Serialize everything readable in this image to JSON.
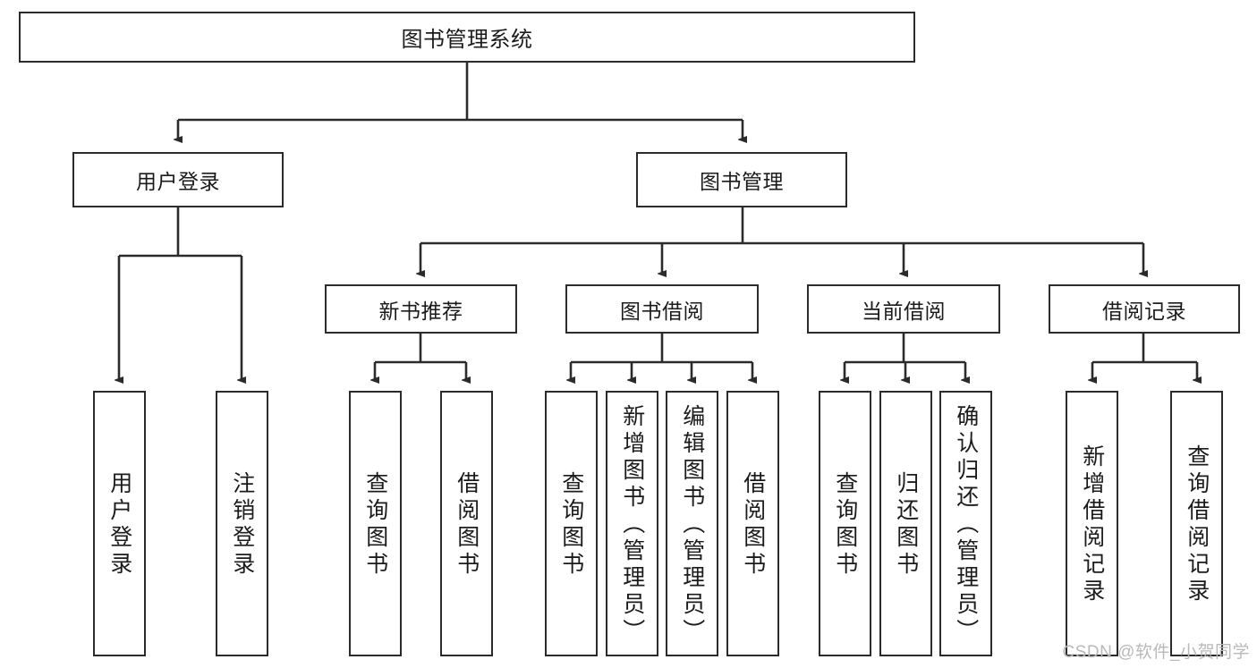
{
  "diagram": {
    "type": "tree-hierarchy",
    "title": "图书管理系统",
    "watermark": "CSDN @软件_小贺同学",
    "colors": {
      "box_border": "#2b2b2b",
      "box_fill": "#ffffff",
      "edge": "#2b2b2b",
      "text": "#1b1b1b",
      "watermark": "#b9b9b9",
      "background": "#ffffff"
    },
    "root": {
      "label": "图书管理系统"
    },
    "level2": [
      {
        "label": "用户登录"
      },
      {
        "label": "图书管理"
      }
    ],
    "level3": [
      {
        "label": "新书推荐"
      },
      {
        "label": "图书借阅"
      },
      {
        "label": "当前借阅"
      },
      {
        "label": "借阅记录"
      }
    ],
    "leaves": {
      "user_login": [
        {
          "label": "用户登录"
        },
        {
          "label": "注销登录"
        }
      ],
      "new_book_recommend": [
        {
          "label": "查询图书"
        },
        {
          "label": "借阅图书"
        }
      ],
      "book_borrow": [
        {
          "label": "查询图书"
        },
        {
          "label": "新增图书（管理员）"
        },
        {
          "label": "编辑图书（管理员）"
        },
        {
          "label": "借阅图书"
        }
      ],
      "current_borrow": [
        {
          "label": "查询图书"
        },
        {
          "label": "归还图书"
        },
        {
          "label": "确认归还（管理员）"
        }
      ],
      "borrow_record": [
        {
          "label": "新增借阅记录"
        },
        {
          "label": "查询借阅记录"
        }
      ]
    }
  }
}
